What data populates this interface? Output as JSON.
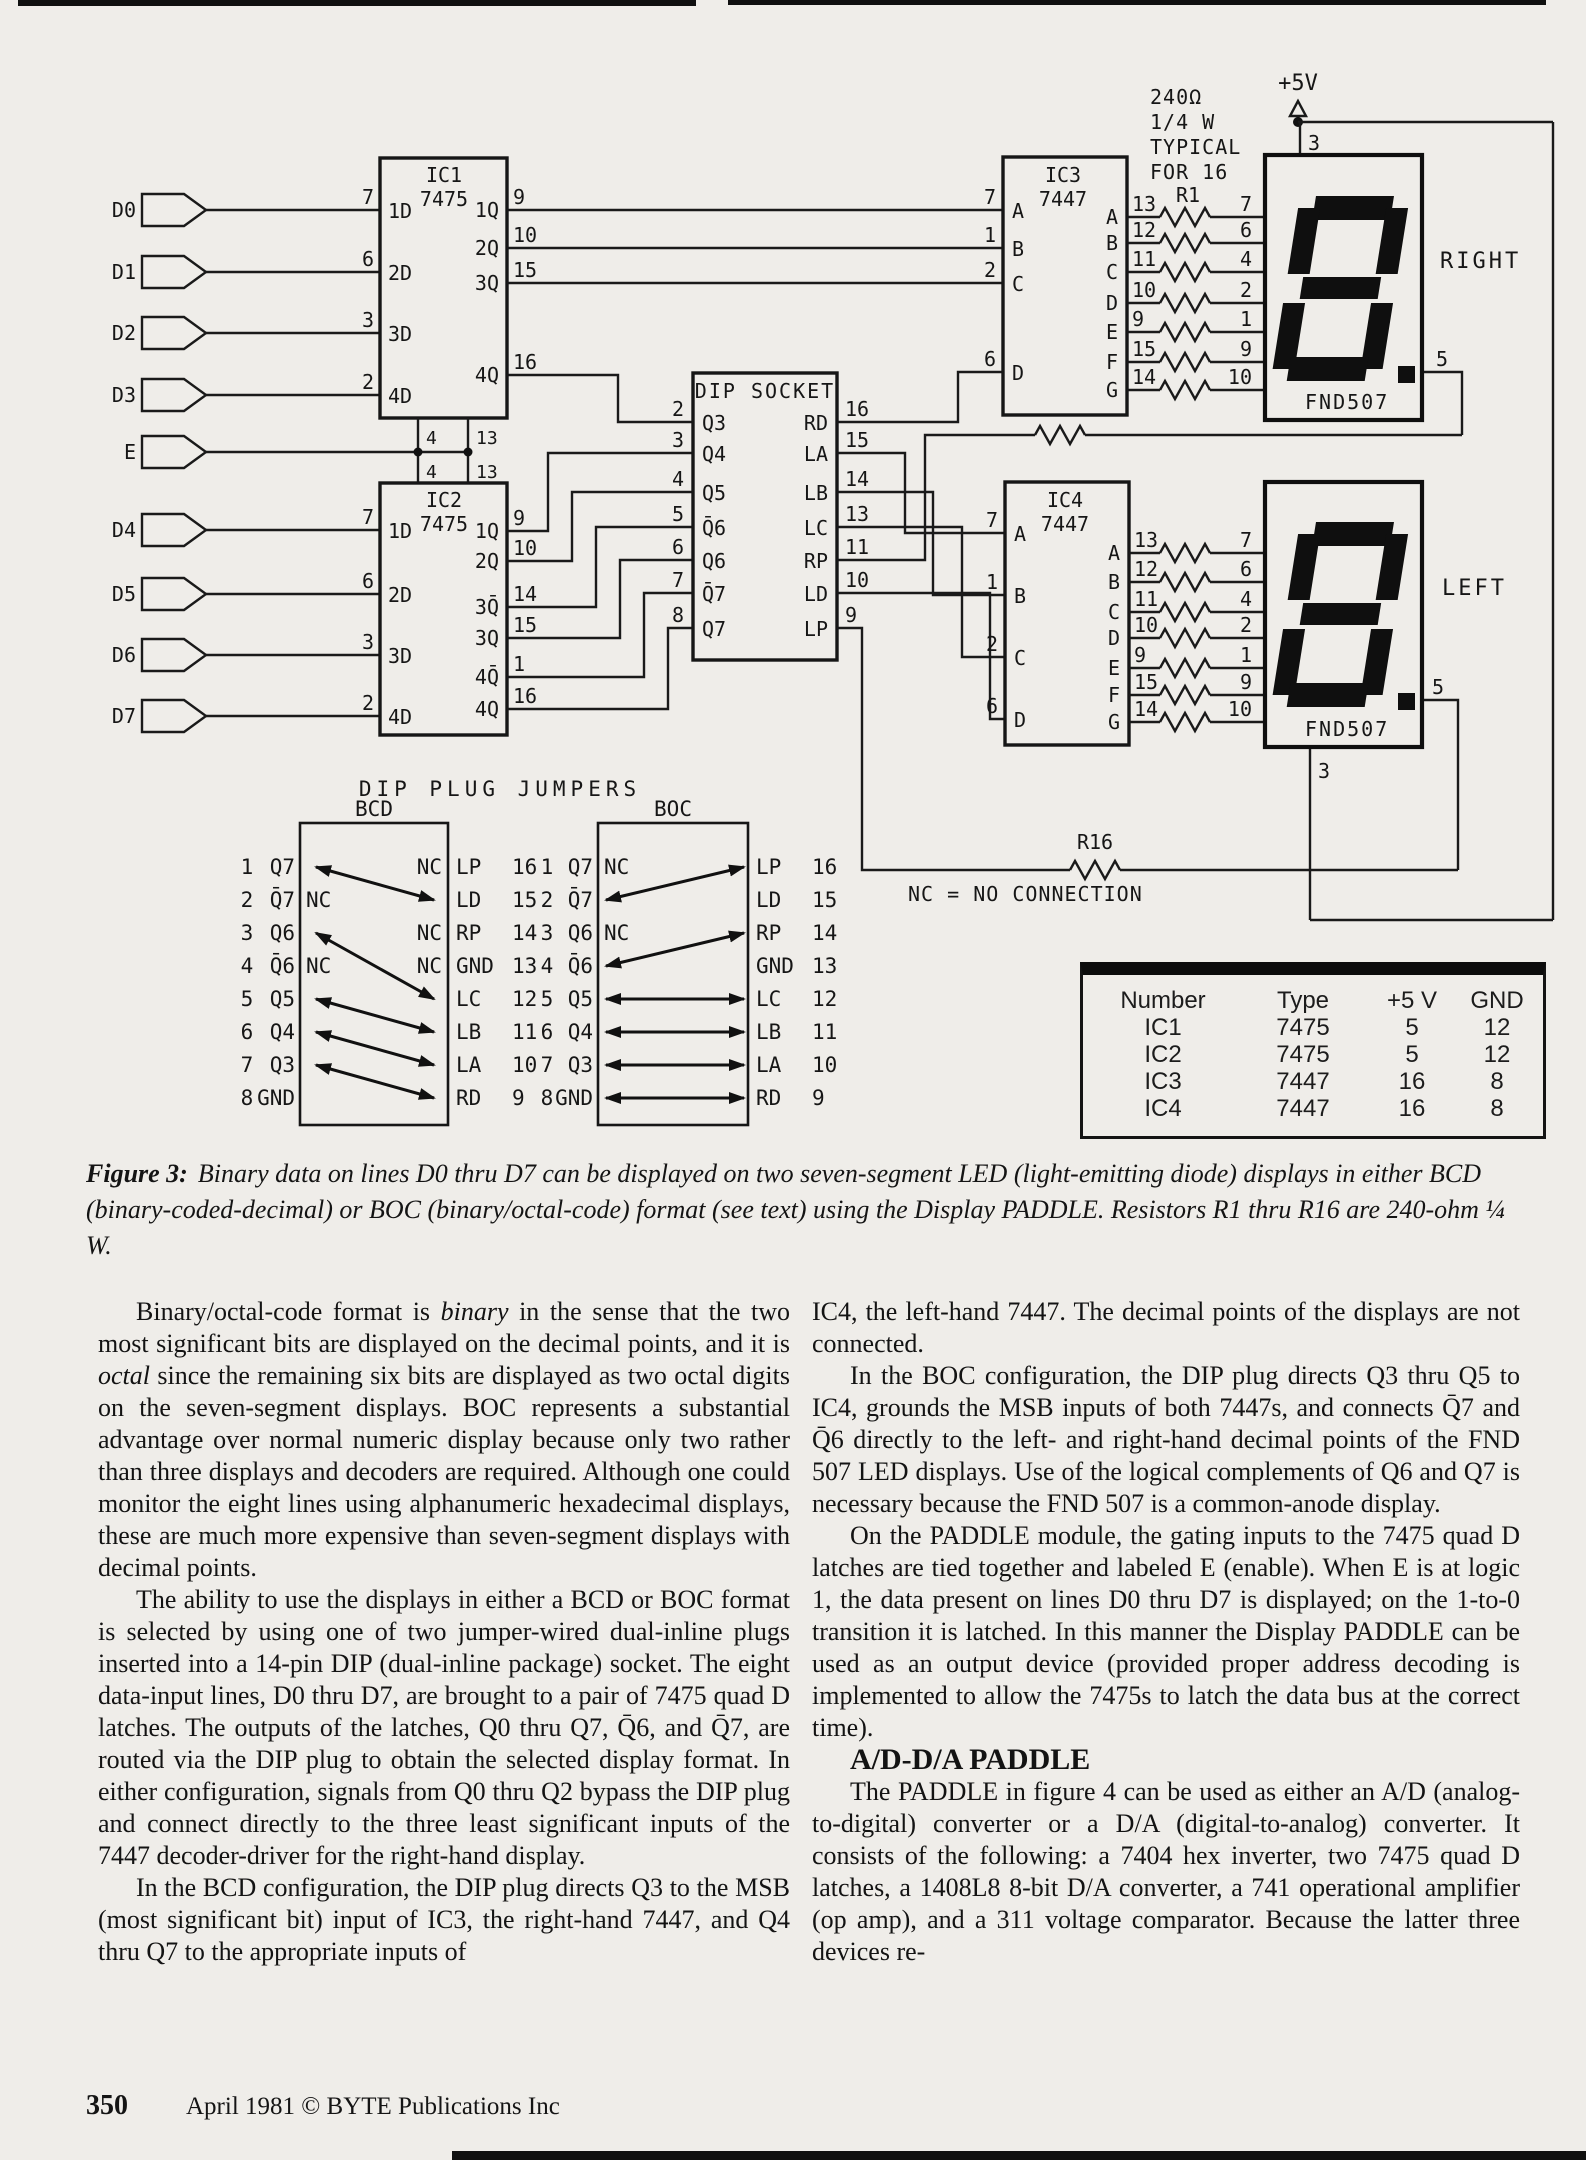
{
  "schematic": {
    "vcc": "+5V",
    "resistor_note": [
      "240Ω",
      "1/4 W",
      "TYPICAL",
      "FOR 16"
    ],
    "r1": "R1",
    "r16": "R16",
    "inputs": [
      "D0",
      "D1",
      "D2",
      "D3",
      "E",
      "D4",
      "D5",
      "D6",
      "D7"
    ],
    "ic1": {
      "name": "IC1",
      "type": "7475",
      "left": [
        {
          "pin": "7",
          "label": "1D"
        },
        {
          "pin": "6",
          "label": "2D"
        },
        {
          "pin": "3",
          "label": "3D"
        },
        {
          "pin": "2",
          "label": "4D"
        }
      ],
      "right": [
        {
          "pin": "9",
          "label": "1Q"
        },
        {
          "pin": "10",
          "label": "2Q"
        },
        {
          "pin": "15",
          "label": "3Q"
        },
        {
          "pin": "16",
          "label": "4Q"
        }
      ]
    },
    "gate_pins": {
      "top": [
        "4",
        "13"
      ],
      "bottom": [
        "4",
        "13"
      ]
    },
    "ic2": {
      "name": "IC2",
      "type": "7475",
      "left": [
        {
          "pin": "7",
          "label": "1D"
        },
        {
          "pin": "6",
          "label": "2D"
        },
        {
          "pin": "3",
          "label": "3D"
        },
        {
          "pin": "2",
          "label": "4D"
        }
      ],
      "right": [
        {
          "pin": "9",
          "label": "1Q"
        },
        {
          "pin": "10",
          "label": "2Q"
        },
        {
          "pin": "14",
          "label": "3Q̄"
        },
        {
          "pin": "15",
          "label": "3Q"
        },
        {
          "pin": "1",
          "label": "4Q̄"
        },
        {
          "pin": "16",
          "label": "4Q"
        }
      ]
    },
    "dip_socket": {
      "title": "DIP SOCKET",
      "left": [
        {
          "pin": "2",
          "label": "Q3"
        },
        {
          "pin": "3",
          "label": "Q4"
        },
        {
          "pin": "4",
          "label": "Q5"
        },
        {
          "pin": "5",
          "label": "Q̄6"
        },
        {
          "pin": "6",
          "label": "Q6"
        },
        {
          "pin": "7",
          "label": "Q̄7"
        },
        {
          "pin": "8",
          "label": "Q7"
        }
      ],
      "right": [
        {
          "pin": "16",
          "label": "RD"
        },
        {
          "pin": "15",
          "label": "LA"
        },
        {
          "pin": "14",
          "label": "LB"
        },
        {
          "pin": "13",
          "label": "LC"
        },
        {
          "pin": "11",
          "label": "RP"
        },
        {
          "pin": "10",
          "label": "LD"
        },
        {
          "pin": "9",
          "label": "LP"
        }
      ]
    },
    "ic3": {
      "name": "IC3",
      "type": "7447",
      "left": [
        {
          "pin": "7",
          "label": "A"
        },
        {
          "pin": "1",
          "label": "B"
        },
        {
          "pin": "2",
          "label": "C"
        },
        {
          "pin": "6",
          "label": "D"
        }
      ],
      "right": [
        {
          "pin": "13",
          "label": "A"
        },
        {
          "pin": "12",
          "label": "B"
        },
        {
          "pin": "11",
          "label": "C"
        },
        {
          "pin": "10",
          "label": "D"
        },
        {
          "pin": "9",
          "label": "E"
        },
        {
          "pin": "15",
          "label": "F"
        },
        {
          "pin": "14",
          "label": "G"
        }
      ]
    },
    "ic4": {
      "name": "IC4",
      "type": "7447",
      "left": [
        {
          "pin": "7",
          "label": "A"
        },
        {
          "pin": "1",
          "label": "B"
        },
        {
          "pin": "2",
          "label": "C"
        },
        {
          "pin": "6",
          "label": "D"
        }
      ],
      "right": [
        {
          "pin": "13",
          "label": "A"
        },
        {
          "pin": "12",
          "label": "B"
        },
        {
          "pin": "11",
          "label": "C"
        },
        {
          "pin": "10",
          "label": "D"
        },
        {
          "pin": "9",
          "label": "E"
        },
        {
          "pin": "15",
          "label": "F"
        },
        {
          "pin": "14",
          "label": "G"
        }
      ]
    },
    "display_right": {
      "part": "FND507",
      "side": "RIGHT",
      "pin_top": "3",
      "pin_dp": "5",
      "pins": [
        "7",
        "6",
        "4",
        "2",
        "1",
        "9",
        "10"
      ]
    },
    "display_left": {
      "part": "FND507",
      "side": "LEFT",
      "pin_bottom": "3",
      "pin_dp": "5",
      "pins": [
        "7",
        "6",
        "4",
        "2",
        "1",
        "9",
        "10"
      ]
    }
  },
  "jumpers": {
    "title": "DIP PLUG JUMPERS",
    "nc_note": "NC = NO CONNECTION",
    "bcd": {
      "title": "BCD",
      "left": [
        {
          "n": "1",
          "label": "Q7",
          "nc": ""
        },
        {
          "n": "2",
          "label": "Q̄7",
          "nc": "NC"
        },
        {
          "n": "3",
          "label": "Q6",
          "nc": ""
        },
        {
          "n": "4",
          "label": "Q̄6",
          "nc": "NC"
        },
        {
          "n": "5",
          "label": "Q5",
          "nc": ""
        },
        {
          "n": "6",
          "label": "Q4",
          "nc": ""
        },
        {
          "n": "7",
          "label": "Q3",
          "nc": ""
        },
        {
          "n": "8",
          "label": "GND",
          "nc": ""
        }
      ],
      "right": [
        {
          "label": "LP",
          "n": "16",
          "nc": "NC"
        },
        {
          "label": "LD",
          "n": "15",
          "nc": ""
        },
        {
          "label": "RP",
          "n": "14",
          "nc": "NC"
        },
        {
          "label": "GND",
          "n": "13",
          "nc": "NC"
        },
        {
          "label": "LC",
          "n": "12",
          "nc": ""
        },
        {
          "label": "LB",
          "n": "11",
          "nc": ""
        },
        {
          "label": "LA",
          "n": "10",
          "nc": ""
        },
        {
          "label": "RD",
          "n": "9",
          "nc": ""
        }
      ]
    },
    "boc": {
      "title": "BOC",
      "left": [
        {
          "n": "1",
          "label": "Q7",
          "nc": "NC"
        },
        {
          "n": "2",
          "label": "Q̄7",
          "nc": ""
        },
        {
          "n": "3",
          "label": "Q6",
          "nc": "NC"
        },
        {
          "n": "4",
          "label": "Q̄6",
          "nc": ""
        },
        {
          "n": "5",
          "label": "Q5",
          "nc": ""
        },
        {
          "n": "6",
          "label": "Q4",
          "nc": ""
        },
        {
          "n": "7",
          "label": "Q3",
          "nc": ""
        },
        {
          "n": "8",
          "label": "GND",
          "nc": ""
        }
      ],
      "right": [
        {
          "label": "LP",
          "n": "16",
          "nc": ""
        },
        {
          "label": "LD",
          "n": "15",
          "nc": ""
        },
        {
          "label": "RP",
          "n": "14",
          "nc": ""
        },
        {
          "label": "GND",
          "n": "13",
          "nc": ""
        },
        {
          "label": "LC",
          "n": "12",
          "nc": ""
        },
        {
          "label": "LB",
          "n": "11",
          "nc": ""
        },
        {
          "label": "LA",
          "n": "10",
          "nc": ""
        },
        {
          "label": "RD",
          "n": "9",
          "nc": ""
        }
      ]
    }
  },
  "parts_table": {
    "headers": [
      "Number",
      "Type",
      "+5 V",
      "GND"
    ],
    "rows": [
      [
        "IC1",
        "7475",
        "5",
        "12"
      ],
      [
        "IC2",
        "7475",
        "5",
        "12"
      ],
      [
        "IC3",
        "7447",
        "16",
        "8"
      ],
      [
        "IC4",
        "7447",
        "16",
        "8"
      ]
    ]
  },
  "caption": {
    "label": "Figure 3:",
    "text": "Binary data on lines D0 thru D7 can be displayed on two seven-segment LED (light-emitting diode) displays in either BCD (binary-coded-decimal) or BOC (binary/octal-code) format (see text) using the Display PADDLE. Resistors R1 thru R16 are 240-ohm ¼ W."
  },
  "body": {
    "left": {
      "p1": {
        "s0": "Binary/octal-code format is ",
        "s1": "binary",
        "s2": " in the sense that the two most significant bits are displayed on the decimal points, and it is ",
        "s3": "octal",
        "s4": " since the remaining six bits are displayed as two octal digits on the seven-segment displays. BOC represents a substantial advantage over normal numeric display because only two rather than three displays and decoders are required. Although one could monitor the eight lines using alphanumeric hexadecimal displays, these are much more expensive than seven-segment displays with decimal points."
      },
      "p2": "The ability to use the displays in either a BCD or BOC format is selected by using one of two jumper-wired dual-inline plugs inserted into a 14-pin DIP (dual-inline package) socket. The eight data-input lines, D0 thru D7, are brought to a pair of 7475 quad D latches. The outputs of the latches, Q0 thru Q7, Q̄6, and Q̄7, are routed via the DIP plug to obtain the selected display format. In either configuration, signals from Q0 thru Q2 bypass the DIP plug and connect directly to the three least significant inputs of the 7447 decoder-driver for the right-hand display.",
      "p3": "In the BCD configuration, the DIP plug directs Q3 to the MSB (most significant bit) input of IC3, the right-hand 7447, and Q4 thru Q7 to the appropriate inputs of"
    },
    "right": {
      "p1": "IC4, the left-hand 7447. The decimal points of the displays are not connected.",
      "p2": "In the BOC configuration, the DIP plug directs Q3 thru Q5 to IC4, grounds the MSB inputs of both 7447s, and connects Q̄7 and Q̄6 directly to the left- and right-hand decimal points of the FND 507 LED displays. Use of the logical complements of Q6 and Q7 is necessary because the FND 507 is a common-anode display.",
      "p3": "On the PADDLE module, the gating inputs to the 7475 quad D latches are tied together and labeled E (enable). When E is at logic 1, the data present on lines D0 thru D7 is displayed; on the 1-to-0 transition it is latched. In this manner the Display PADDLE can be used as an output device (provided proper address decoding is implemented to allow the 7475s to latch the data bus at the correct time).",
      "heading": "A/D-D/A PADDLE",
      "p4": "The PADDLE in figure 4 can be used as either an A/D (analog-to-digital) converter or a D/A (digital-to-analog) converter. It consists of the following: a 7404 hex inverter, two 7475 quad D latches, a 1408L8 8-bit D/A converter, a 741 operational amplifier (op amp), and a 311 voltage comparator. Because the latter three devices re-"
    }
  },
  "footer": {
    "page": "350",
    "text": "April 1981 © BYTE Publications Inc"
  }
}
